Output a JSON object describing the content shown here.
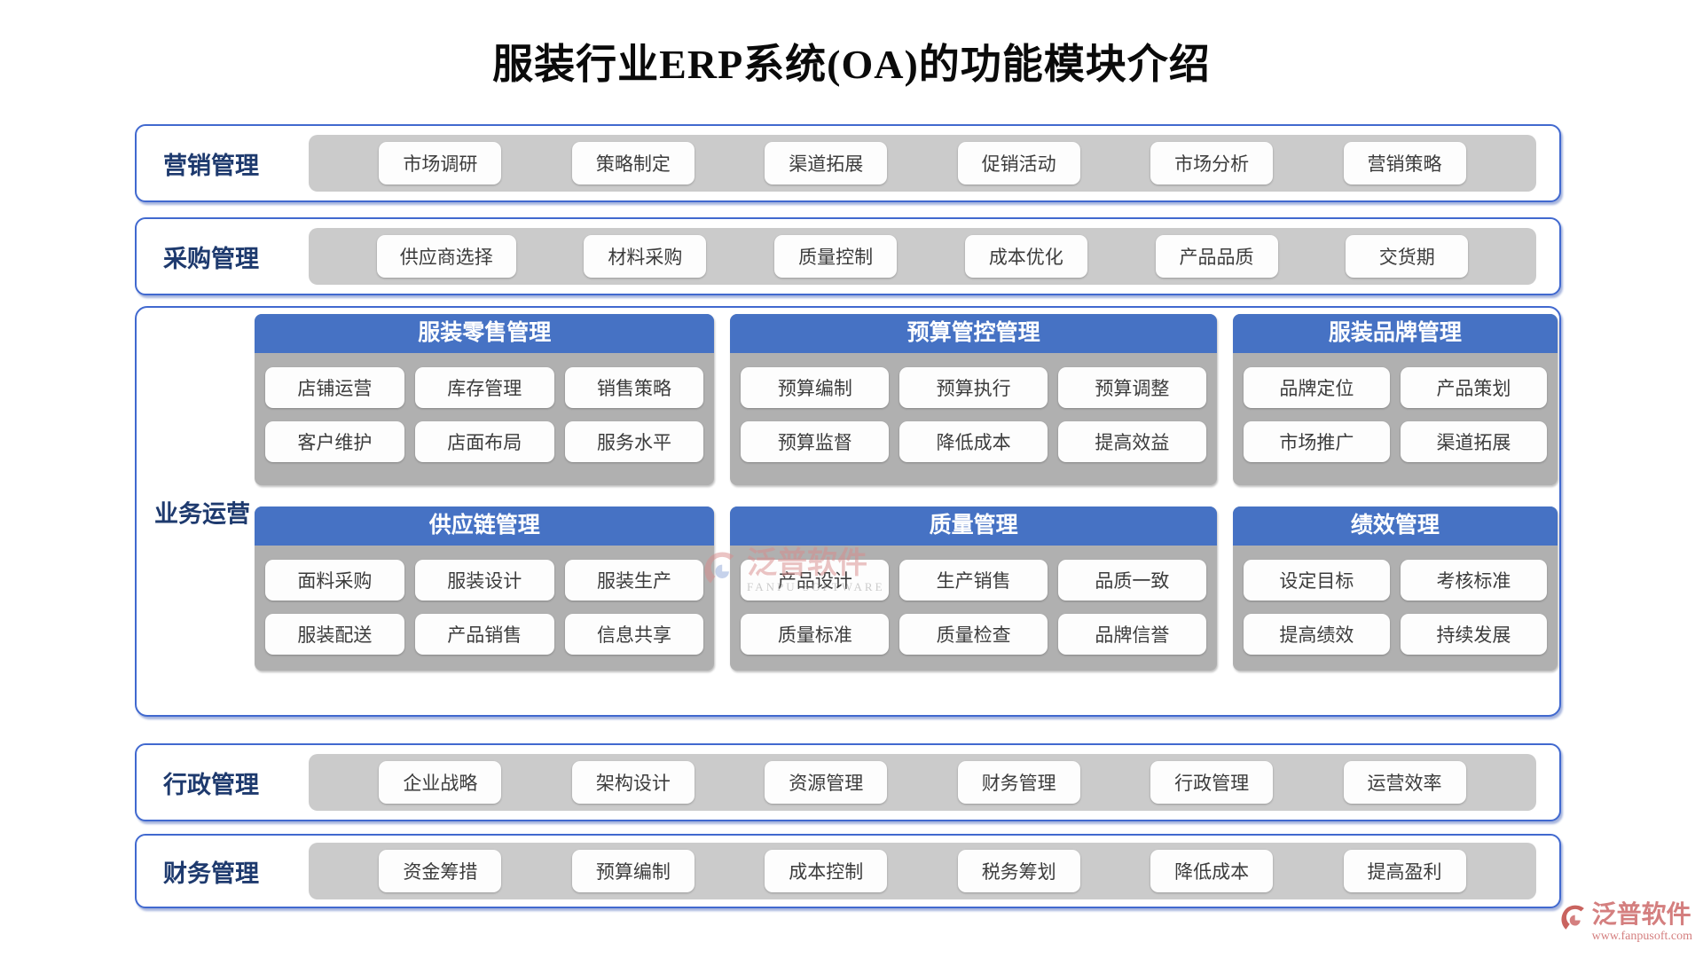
{
  "title": "服装行业ERP系统(OA)的功能模块介绍",
  "colors": {
    "section_border_blue": "#4169cf",
    "panel_header_blue": "#4672c4",
    "band_tray_gray": "#cbcbcb",
    "panel_body_gray": "#b0b0b0",
    "label_navy": "#1e3a6e",
    "pill_text_gray": "#3c3c3c",
    "brand_red": "#d47f7f"
  },
  "top_bands": [
    {
      "label": "营销管理",
      "items": [
        "市场调研",
        "策略制定",
        "渠道拓展",
        "促销活动",
        "市场分析",
        "营销策略"
      ]
    },
    {
      "label": "采购管理",
      "items": [
        "供应商选择",
        "材料采购",
        "质量控制",
        "成本优化",
        "产品品质",
        "交货期"
      ]
    }
  ],
  "business": {
    "label": "业务运营",
    "panels": [
      {
        "title": "服装零售管理",
        "items": [
          "店铺运营",
          "库存管理",
          "销售策略",
          "客户维护",
          "店面布局",
          "服务水平"
        ]
      },
      {
        "title": "预算管控管理",
        "items": [
          "预算编制",
          "预算执行",
          "预算调整",
          "预算监督",
          "降低成本",
          "提高效益"
        ]
      },
      {
        "title": "服装品牌管理",
        "items": [
          "品牌定位",
          "产品策划",
          "市场推广",
          "渠道拓展"
        ]
      },
      {
        "title": "供应链管理",
        "items": [
          "面料采购",
          "服装设计",
          "服装生产",
          "服装配送",
          "产品销售",
          "信息共享"
        ]
      },
      {
        "title": "质量管理",
        "items": [
          "产品设计",
          "生产销售",
          "品质一致",
          "质量标准",
          "质量检查",
          "品牌信誉"
        ]
      },
      {
        "title": "绩效管理",
        "items": [
          "设定目标",
          "考核标准",
          "提高绩效",
          "持续发展"
        ]
      }
    ]
  },
  "bottom_bands": [
    {
      "label": "行政管理",
      "items": [
        "企业战略",
        "架构设计",
        "资源管理",
        "财务管理",
        "行政管理",
        "运营效率"
      ]
    },
    {
      "label": "财务管理",
      "items": [
        "资金筹措",
        "预算编制",
        "成本控制",
        "税务筹划",
        "降低成本",
        "提高盈利"
      ]
    }
  ],
  "watermark": {
    "text": "泛普软件",
    "subtext": "FANPU SOFTWARE"
  },
  "footer_logo": {
    "brand": "泛普软件",
    "url": "www.fanpusoft.com"
  }
}
